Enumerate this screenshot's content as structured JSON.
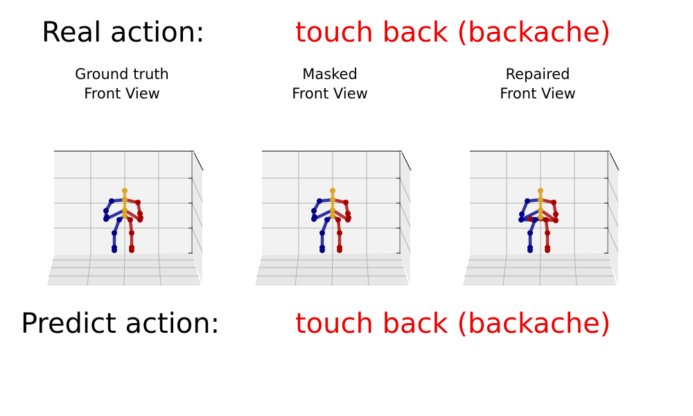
{
  "header": {
    "real_label": "Real action:",
    "real_value": "touch back (backache)"
  },
  "footer": {
    "predict_label": "Predict action:",
    "predict_value": "touch back (backache)"
  },
  "colors": {
    "action_text": "#ee0000",
    "left_limb": "#00008b",
    "right_limb": "#a50000",
    "head_spine": "#daa520",
    "pane": "#f2f2f2",
    "grid": "#b0b0b0"
  },
  "panels": [
    {
      "title_line1": "Ground truth",
      "title_line2": "Front View",
      "joints": {
        "head": [
          0,
          36
        ],
        "neck": [
          0,
          23
        ],
        "spine": [
          0,
          8
        ],
        "hip": [
          0,
          0
        ],
        "lsh": [
          -19,
          21
        ],
        "lel": [
          -27,
          7
        ],
        "lhand": [
          -27,
          -5
        ],
        "lwr": [
          -26,
          -2
        ],
        "rsh": [
          19,
          19
        ],
        "rel": [
          22,
          3
        ],
        "rhand": [
          22,
          -6
        ],
        "rwr": [
          23,
          -3
        ],
        "lhip": [
          -8,
          -6
        ],
        "lknee": [
          -15,
          -25
        ],
        "lank": [
          -15,
          -46
        ],
        "lfoot": [
          -15,
          -50
        ],
        "rhip": [
          8,
          -6
        ],
        "rknee": [
          10,
          -25
        ],
        "rank": [
          10,
          -46
        ],
        "rfoot": [
          10,
          -50
        ]
      }
    },
    {
      "title_line1": "Masked",
      "title_line2": "Front View",
      "joints": {
        "head": [
          0,
          36
        ],
        "neck": [
          0,
          23
        ],
        "spine": [
          0,
          8
        ],
        "hip": [
          0,
          0
        ],
        "lsh": [
          -19,
          21
        ],
        "lel": [
          -27,
          7
        ],
        "lhand": [
          -27,
          -5
        ],
        "lwr": [
          -26,
          -2
        ],
        "rsh": [
          19,
          19
        ],
        "rel": [
          22,
          3
        ],
        "rhand": [
          22,
          -6
        ],
        "rwr": [
          23,
          -3
        ],
        "lhip": [
          -8,
          -6
        ],
        "lknee": [
          -15,
          -25
        ],
        "lank": [
          -15,
          -46
        ],
        "lfoot": [
          -15,
          -50
        ],
        "rhip": [
          8,
          -6
        ],
        "rknee": [
          10,
          -25
        ],
        "rank": [
          10,
          -46
        ],
        "rfoot": [
          10,
          -50
        ]
      }
    },
    {
      "title_line1": "Repaired",
      "title_line2": "Front View",
      "joints": {
        "head": [
          0,
          36
        ],
        "neck": [
          0,
          23
        ],
        "spine": [
          0,
          8
        ],
        "hip": [
          0,
          -2
        ],
        "lsh": [
          -19,
          21
        ],
        "lel": [
          -27,
          2
        ],
        "lhand": [
          -28,
          -6
        ],
        "lwr": [
          -10,
          -6
        ],
        "rsh": [
          19,
          19
        ],
        "rel": [
          22,
          2
        ],
        "rhand": [
          22,
          -7
        ],
        "rwr": [
          -14,
          -5
        ],
        "lhip": [
          -8,
          -6
        ],
        "lknee": [
          -15,
          -25
        ],
        "lank": [
          -15,
          -46
        ],
        "lfoot": [
          -15,
          -50
        ],
        "rhip": [
          8,
          -6
        ],
        "rknee": [
          10,
          -25
        ],
        "rank": [
          10,
          -46
        ],
        "rfoot": [
          10,
          -50
        ]
      }
    }
  ]
}
